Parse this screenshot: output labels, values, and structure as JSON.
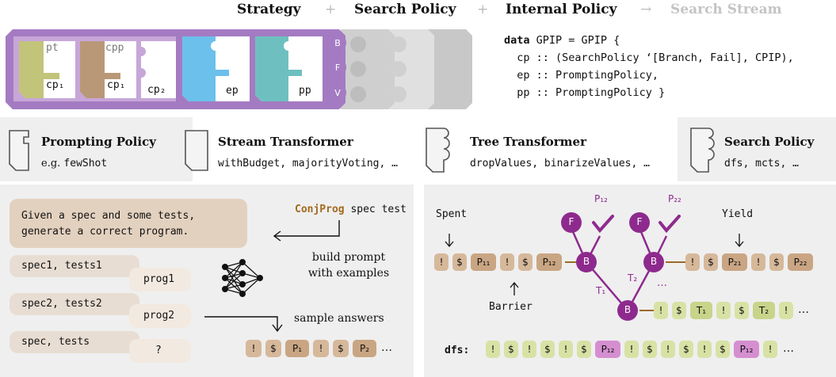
{
  "header": {
    "strategy": "Strategy",
    "plus1": "+",
    "search_policy": "Search Policy",
    "plus2": "+",
    "internal_policy": "Internal Policy",
    "arrow": "→",
    "search_stream": "Search Stream"
  },
  "puzzle": {
    "pt": "pt",
    "cpp": "cpp",
    "cp1_a": "cp₁",
    "cp1_b": "cp₁",
    "cp2": "cp₂",
    "ep": "ep",
    "pp": "pp",
    "tab_b": "B",
    "tab_f": "F",
    "tab_v": "V"
  },
  "code": {
    "line1_kw": "data",
    "line1_rest": " GPIP = GPIP {",
    "line2": "  cp :: (SearchPolicy ‘[Branch, Fail], CPIP),",
    "line3": "  ep :: PromptingPolicy,",
    "line4": "  pp :: PromptingPolicy }"
  },
  "sections": {
    "prompting_title": "Prompting Policy",
    "prompting_sub_prefix": "e.g. ",
    "prompting_sub_code": "fewShot",
    "stream_title": "Stream Transformer",
    "stream_sub": "withBudget, majorityVoting, …",
    "tree_title": "Tree Transformer",
    "tree_sub": "dropValues, binarizeValues, …",
    "search_title": "Search Policy",
    "search_sub": "dfs, mcts, …"
  },
  "prompting": {
    "instruction_line1": "Given a spec and some tests,",
    "instruction_line2": "generate a correct program.",
    "ex1_in": "spec1, tests1",
    "ex1_out": "prog1",
    "ex2_in": "spec2, tests2",
    "ex2_out": "prog2",
    "q_in": "spec, tests",
    "q_out": "?",
    "conjprog": "ConjProg",
    "conjprog_args": " spec test",
    "build_prompt_1": "build prompt",
    "build_prompt_2": "with examples",
    "sample_answers": "sample answers",
    "tokens": [
      "!",
      "$",
      "P₁",
      "!",
      "$",
      "P₂"
    ],
    "ellipsis": "…"
  },
  "tree": {
    "spent": "Spent",
    "yield": "Yield",
    "barrier": "Barrier",
    "p12": "P₁₂",
    "p22": "P₂₂",
    "t1": "T₁",
    "t2": "T₂",
    "dots": "…",
    "node_b": "B",
    "node_f": "F",
    "left_tokens": [
      "!",
      "$",
      "P₁₁",
      "!",
      "$",
      "P₁₂"
    ],
    "right_tokens": [
      "!",
      "$",
      "P₂₁",
      "!",
      "$",
      "P₂₂"
    ],
    "bottom_tokens": [
      "!",
      "$",
      "T₁",
      "!",
      "$",
      "T₂",
      "!"
    ],
    "dfs_label": "dfs:",
    "dfs_tokens": [
      "!",
      "$",
      "!",
      "$",
      "!",
      "$",
      "P₁₂",
      "!",
      "$",
      "!",
      "$",
      "!",
      "$",
      "P₁₂",
      "!"
    ],
    "ellipsis": "…"
  },
  "colors": {
    "purple": "#8e2a8e",
    "strategy_frame": "#a47bc2",
    "tan_token": "#d6b89a",
    "green_token": "#d8e2a5",
    "pink_token": "#d58fd0"
  }
}
